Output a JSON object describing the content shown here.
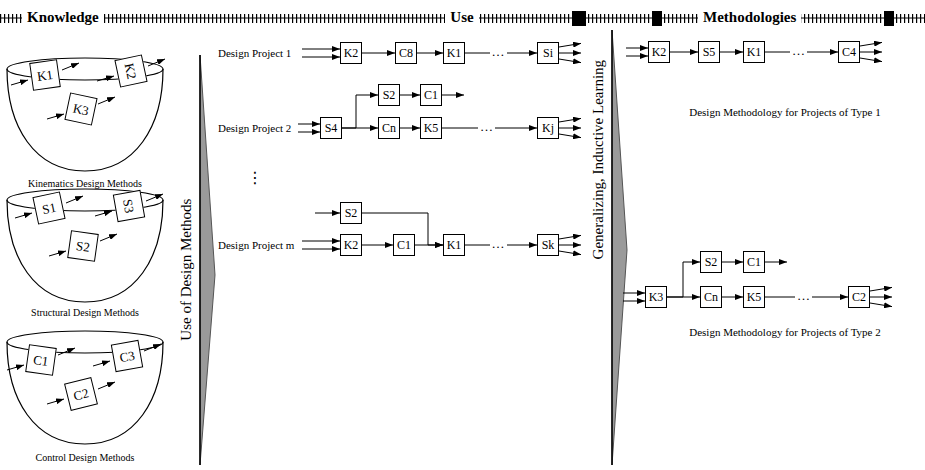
{
  "diagram": {
    "nodes": [
      {
        "text": [
          "Kinematics Design Methods"
        ]
      },
      {
        "text": [
          "K1"
        ],
        "in": 0
      },
      {
        "text": [
          "K2"
        ],
        "in": 0
      },
      {
        "text": [
          "K3"
        ],
        "in": 0
      },
      {
        "text": [
          "Structural Design Methods"
        ]
      },
      {
        "text": [
          "S1"
        ],
        "in": 4
      },
      {
        "text": [
          "S3"
        ],
        "in": 4
      },
      {
        "text": [
          "S2"
        ],
        "in": 4
      },
      {
        "text": [
          "Control Design Methods"
        ]
      },
      {
        "text": [
          "C1"
        ],
        "in": 8
      },
      {
        "text": [
          "C3"
        ],
        "in": 8
      },
      {
        "text": [
          "C2"
        ],
        "in": 8
      },
      {
        "text": [
          "K2"
        ]
      },
      {
        "text": [
          "C8"
        ]
      },
      {
        "text": [
          "K1"
        ]
      },
      {
        "text": [
          "Si"
        ]
      },
      {
        "text": [
          "S4"
        ]
      },
      {
        "text": [
          "S2"
        ]
      },
      {
        "text": [
          "C1"
        ]
      },
      {
        "text": [
          "Cn"
        ]
      },
      {
        "text": [
          "K5"
        ]
      },
      {
        "text": [
          "Kj"
        ]
      },
      {
        "text": [
          "S2"
        ]
      },
      {
        "text": [
          "K2"
        ]
      },
      {
        "text": [
          "C1"
        ]
      },
      {
        "text": [
          "K1"
        ]
      },
      {
        "text": [
          "Sk"
        ]
      },
      {
        "text": [
          "K2"
        ]
      },
      {
        "text": [
          "S5"
        ]
      },
      {
        "text": [
          "K1"
        ]
      },
      {
        "text": [
          "C4"
        ]
      },
      {
        "text": [
          "K3"
        ]
      },
      {
        "text": [
          "S2"
        ]
      },
      {
        "text": [
          "C1"
        ]
      },
      {
        "text": [
          "Cn"
        ]
      },
      {
        "text": [
          "K5"
        ]
      },
      {
        "text": [
          "C2"
        ]
      }
    ],
    "edges": [
      {
        "from": 12,
        "to": 13,
        "arrow": "to"
      },
      {
        "from": 13,
        "to": 14,
        "arrow": "to"
      },
      {
        "from": 14,
        "to": 15,
        "label": "…",
        "arrow": "to"
      },
      {
        "from": 16,
        "to": 17,
        "arrow": "to"
      },
      {
        "from": 17,
        "to": 18,
        "arrow": "to"
      },
      {
        "from": 16,
        "to": 19,
        "arrow": "to"
      },
      {
        "from": 19,
        "to": 20,
        "arrow": "to"
      },
      {
        "from": 20,
        "to": 21,
        "label": "…",
        "arrow": "to"
      },
      {
        "from": 22,
        "to": 25,
        "arrow": "to"
      },
      {
        "from": 23,
        "to": 24,
        "arrow": "to"
      },
      {
        "from": 24,
        "to": 25,
        "arrow": "to"
      },
      {
        "from": 25,
        "to": 26,
        "label": "…",
        "arrow": "to"
      },
      {
        "from": 27,
        "to": 28,
        "arrow": "to"
      },
      {
        "from": 28,
        "to": 29,
        "arrow": "to"
      },
      {
        "from": 29,
        "to": 30,
        "label": "…",
        "arrow": "to"
      },
      {
        "from": 31,
        "to": 32,
        "arrow": "to"
      },
      {
        "from": 32,
        "to": 33,
        "arrow": "to"
      },
      {
        "from": 31,
        "to": 34,
        "arrow": "to"
      },
      {
        "from": 34,
        "to": 35,
        "arrow": "to"
      },
      {
        "from": 35,
        "to": 36,
        "label": "…",
        "arrow": "to"
      }
    ],
    "labels": [
      "Knowledge",
      "Use",
      "Methodologies",
      "Use of Design Methods",
      "Generalizing, Inductive Learning",
      "Design Project 1",
      "Design Project 2",
      "⋮",
      "Design Project m",
      "Design Methodology for Projects of Type 1",
      "Design Methodology for Projects of Type 2"
    ]
  }
}
